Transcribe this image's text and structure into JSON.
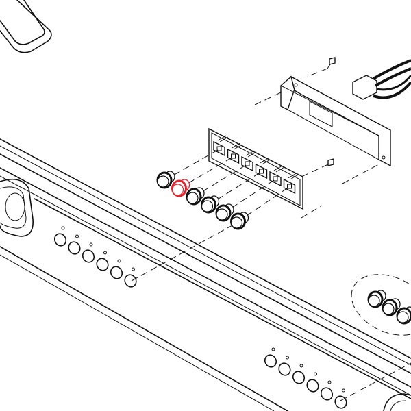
{
  "diagram": {
    "type": "exploded-parts-view",
    "highlight_color": "#e8212a",
    "line_color": "#111111",
    "highlighted_knob_index": 1,
    "knob_count": 6
  }
}
